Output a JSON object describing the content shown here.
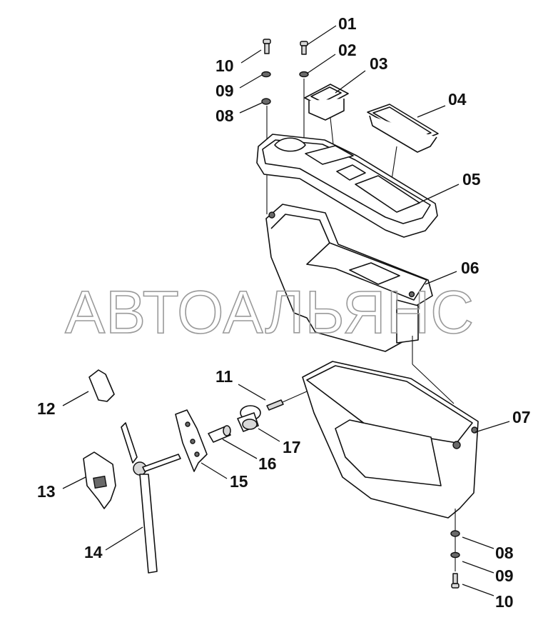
{
  "watermark": "АВТОАЛЬЯНС",
  "callouts": [
    {
      "id": "c01",
      "label": "01"
    },
    {
      "id": "c02",
      "label": "02"
    },
    {
      "id": "c03",
      "label": "03"
    },
    {
      "id": "c04",
      "label": "04"
    },
    {
      "id": "c05",
      "label": "05"
    },
    {
      "id": "c06",
      "label": "06"
    },
    {
      "id": "c07",
      "label": "07"
    },
    {
      "id": "c08a",
      "label": "08"
    },
    {
      "id": "c09a",
      "label": "09"
    },
    {
      "id": "c10a",
      "label": "10"
    },
    {
      "id": "c08b",
      "label": "08"
    },
    {
      "id": "c09b",
      "label": "09"
    },
    {
      "id": "c10b",
      "label": "10"
    },
    {
      "id": "c11",
      "label": "11"
    },
    {
      "id": "c12",
      "label": "12"
    },
    {
      "id": "c13",
      "label": "13"
    },
    {
      "id": "c14",
      "label": "14"
    },
    {
      "id": "c15",
      "label": "15"
    },
    {
      "id": "c16",
      "label": "16"
    },
    {
      "id": "c17",
      "label": "17"
    }
  ],
  "colors": {
    "line": "#111111",
    "fill_light": "#d8d8d8",
    "fill_dark": "#6a6a6a",
    "watermark": "#9a9a9a"
  }
}
